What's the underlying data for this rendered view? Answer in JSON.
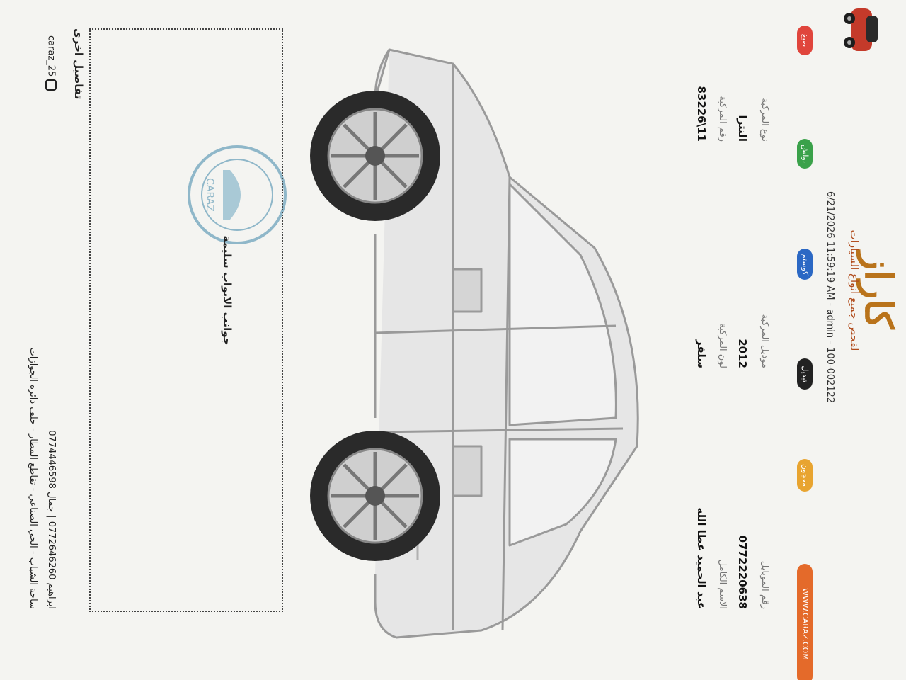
{
  "header": {
    "brand_name": "كاراز",
    "brand_tagline": "لفحص جميع انواع السيارات",
    "report_stamp": "6/21/2026 11:59:19 AM - admin - 100-002122"
  },
  "legend_pills": [
    {
      "label": "صبغ",
      "color": "#e0453c"
    },
    {
      "label": "بولش",
      "color": "#3aa14a"
    },
    {
      "label": "كوستم",
      "color": "#2b68c4"
    },
    {
      "label": "تبديل",
      "color": "#222222"
    },
    {
      "label": "معجون",
      "color": "#e8a430"
    },
    {
      "label": "WWW.CARAZ.COM",
      "color": "#e46a2a"
    }
  ],
  "vehicle_info": {
    "type_label": "نوع المركبة",
    "type_value": "النترا",
    "model_label": "موديل المركبة",
    "model_value": "2012",
    "phone_label": "رقم الموبايل",
    "phone_value": "0772220638",
    "plate_label": "رقم المركبة",
    "plate_value": "11\\83226",
    "color_label": "لون المركبة",
    "color_value": "سلفر",
    "owner_label": "الاسم الكامل",
    "owner_value": "عبد الحميد عطا الله"
  },
  "inspection": {
    "doors_note": "جوانب الابواب سليمة",
    "other_details_label": "تفاصيل اخرى"
  },
  "seal_text": "CARAZ",
  "footer": {
    "line1": "ابراهيم 0772646260 | جمال 0774446598",
    "instagram": "caraz_25",
    "line2": "ساحة الشباب - الحي الصناعي - تقاطع المطار - خلف دائرة الجوازات"
  },
  "colors": {
    "brand": "#b9731b",
    "accent": "#b04a1a"
  }
}
